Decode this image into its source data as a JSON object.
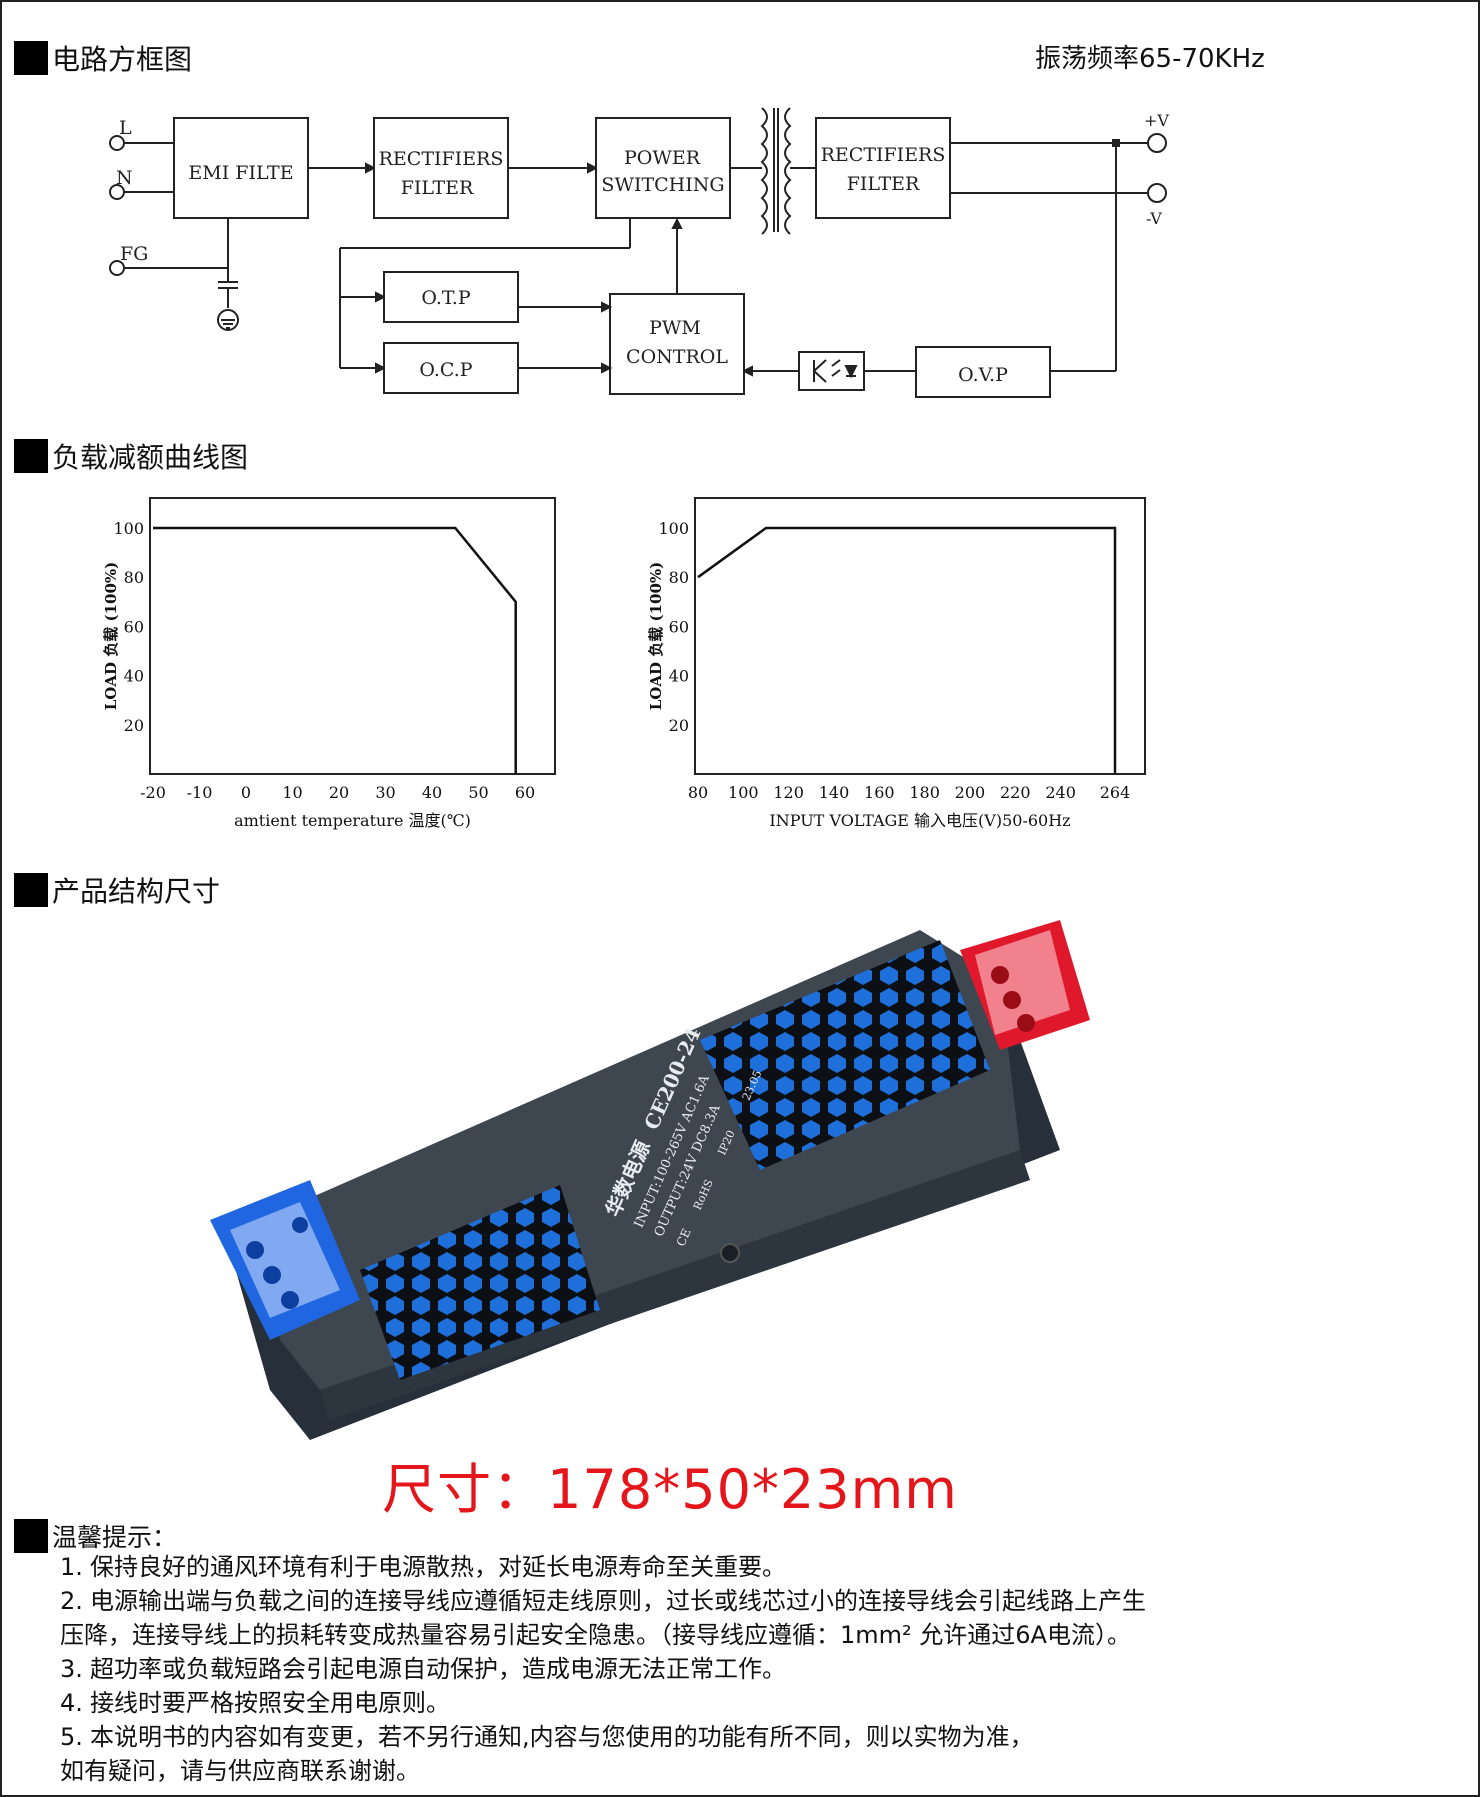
{
  "sections": {
    "block_diagram": "电路方框图",
    "derating": "负载减额曲线图",
    "structure": "产品结构尺寸",
    "tips": "温馨提示："
  },
  "frequency": "振荡频率65-70KHz",
  "block_diagram": {
    "inputs": {
      "l": "L",
      "n": "N",
      "fg": "FG"
    },
    "outputs": {
      "pos": "+V",
      "neg": "-V"
    },
    "blocks": {
      "emi": "EMI FILTE",
      "rect1_line1": "RECTIFIERS",
      "rect1_line2": "FILTER",
      "power_line1": "POWER",
      "power_line2": "SWITCHING",
      "rect2_line1": "RECTIFIERS",
      "rect2_line2": "FILTER",
      "otp": "O.T.P",
      "ocp": "O.C.P",
      "pwm_line1": "PWM",
      "pwm_line2": "CONTROL",
      "ovp": "O.V.P"
    }
  },
  "chart_data": [
    {
      "type": "line",
      "x": [
        -20,
        45,
        58,
        58
      ],
      "y": [
        100,
        100,
        70,
        0
      ],
      "xticks": [
        "-20",
        "-10",
        "0",
        "10",
        "20",
        "30",
        "40",
        "50",
        "60"
      ],
      "yticks": [
        "100",
        "80",
        "60",
        "40",
        "20"
      ],
      "xlabel": "amtient temperature 温度(℃)",
      "ylabel": "LOAD 负载 (100%)",
      "xlim": [
        -20,
        60
      ],
      "ylim": [
        0,
        100
      ]
    },
    {
      "type": "line",
      "x": [
        80,
        110,
        264,
        264
      ],
      "y": [
        80,
        100,
        100,
        0
      ],
      "xticks": [
        "80",
        "100",
        "120",
        "140",
        "160",
        "180",
        "200",
        "220",
        "240",
        "264"
      ],
      "yticks": [
        "100",
        "80",
        "60",
        "40",
        "20"
      ],
      "xlabel": "INPUT VOLTAGE 输入电压(V)50-60Hz",
      "ylabel": "LOAD 负载 (100%)",
      "xlim": [
        80,
        264
      ],
      "ylim": [
        0,
        100
      ]
    }
  ],
  "product": {
    "brand": "华数电源",
    "model": "CE200-24",
    "input": "INPUT:100-265V AC1.6A",
    "output": "OUTPUT:24V DC8.3A",
    "rating": "IP20",
    "ce": "CE",
    "rohs": "RoHS",
    "date": "23.05",
    "colors": {
      "case": "#3e4650",
      "fan": "#1e6fd9",
      "left_terminal": "#1f66e0",
      "right_terminal": "#e0182c"
    }
  },
  "dimension": "尺寸：178*50*23mm",
  "tips": [
    {
      "n": "1.",
      "lines": [
        "保持良好的通风环境有利于电源散热，对延长电源寿命至关重要。"
      ]
    },
    {
      "n": "2.",
      "lines": [
        "电源输出端与负载之间的连接导线应遵循短走线原则，过长或线芯过小的连接导线会引起线路上产生",
        "压降，连接导线上的损耗转变成热量容易引起安全隐患。（接导线应遵循：1mm² 允许通过6A电流）。"
      ]
    },
    {
      "n": "3.",
      "lines": [
        "超功率或负载短路会引起电源自动保护，造成电源无法正常工作。"
      ]
    },
    {
      "n": "4.",
      "lines": [
        "接线时要严格按照安全用电原则。"
      ]
    },
    {
      "n": "5.",
      "lines": [
        "本说明书的内容如有变更，若不另行通知,内容与您使用的功能有所不同，则以实物为准，",
        "如有疑问，请与供应商联系谢谢。"
      ]
    }
  ]
}
